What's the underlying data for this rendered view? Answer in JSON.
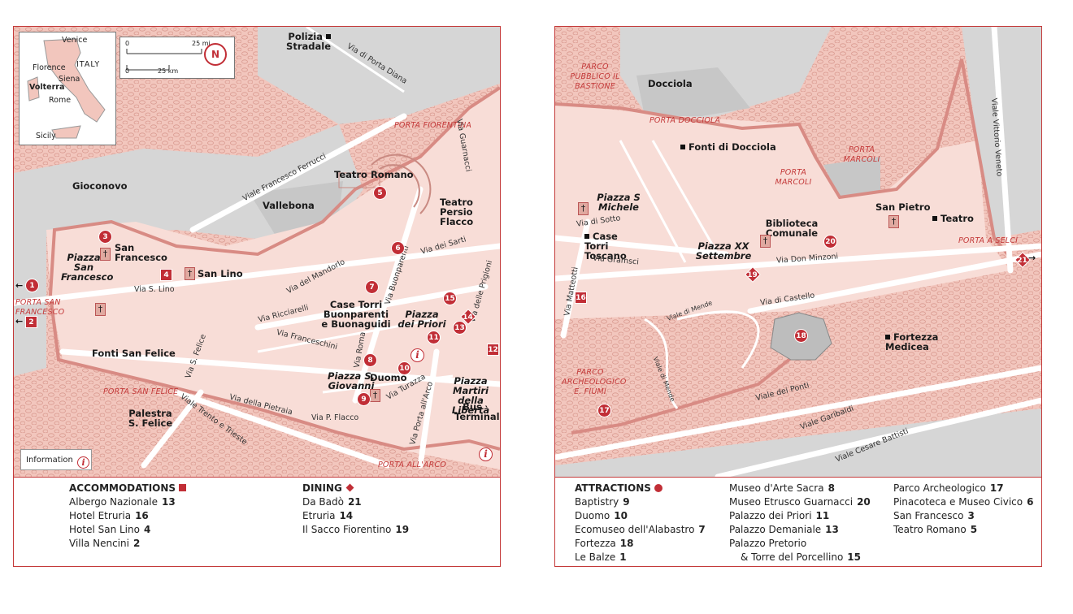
{
  "left_map": {
    "inset": {
      "country": "ITALY",
      "cities": [
        "Venice",
        "Florence",
        "Siena",
        "Volterra",
        "Rome",
        "Sicily"
      ]
    },
    "scale": {
      "mi": "25 mi",
      "km": "25 km",
      "zero": "0"
    },
    "compass": "N",
    "gates": [
      "PORTA FIORENTINA",
      "PORTA SAN FRANCESCO",
      "PORTA SAN FELICE",
      "PORTA ALL'ARCO"
    ],
    "places": {
      "polizia": "Polizia Stradale",
      "gioconovo": "Gioconovo",
      "vallebona": "Vallebona",
      "teatro_romano": "Teatro Romano",
      "teatro_persio": "Teatro Persio Flacco",
      "piazza_san_francesco": "Piazza San Francesco",
      "san_francesco": "San Francesco",
      "san_lino": "San Lino",
      "case_torri": "Case Torri Buonparenti e Buonaguidi",
      "piazza_priori": "Piazza dei Priori",
      "fonti_san_felice": "Fonti San Felice",
      "duomo": "Duomo",
      "piazza_s_giovanni": "Piazza S. Giovanni",
      "piazza_martiri": "Piazza Martiri della Libertà",
      "bus_terminal": "Bus Terminal",
      "palestra": "Palestra S. Felice"
    },
    "streets": [
      "Via di Porta Diana",
      "Viale Francesco Ferrucci",
      "Via Guarnacci",
      "Via dei Sarti",
      "Via Buonparenti",
      "Via del Mandorlo",
      "Via S. Lino",
      "Via Ricciarelli",
      "Via Franceschini",
      "Via Roma",
      "Via delle Prigioni",
      "Via S. Felice",
      "Via della Pietraia",
      "Viale Trento e Trieste",
      "Via P. Flacco",
      "Via Turazza",
      "Via Porta all'Arco"
    ],
    "information_label": "Information",
    "info_symbol": "i",
    "markers": {
      "m1": "1",
      "m2": "2",
      "m3": "3",
      "m4": "4",
      "m5": "5",
      "m6": "6",
      "m7": "7",
      "m8": "8",
      "m9": "9",
      "m10": "10",
      "m11": "11",
      "m12": "12",
      "m13": "13",
      "m14": "14",
      "m15": "15"
    }
  },
  "right_map": {
    "gates": [
      "PORTA DOCCIOLA",
      "PORTA MARCOLI",
      "PORTA MARCOLI",
      "PORTA A SELCI"
    ],
    "parks": {
      "pubblico": "PARCO PUBBLICO IL BASTIONE",
      "archeologico": "PARCO ARCHEOLOGICO E. FIUMI"
    },
    "places": {
      "docciola": "Docciola",
      "fonti_docciola": "Fonti di Docciola",
      "piazza_s_michele": "Piazza S Michele",
      "case_torri_toscano": "Case Torri Toscano",
      "piazza_xx": "Piazza XX Settembre",
      "biblioteca": "Biblioteca Comunale",
      "san_pietro": "San Pietro",
      "teatro": "Teatro",
      "fortezza": "Fortezza Medicea"
    },
    "streets": [
      "Viale Vittorio Veneto",
      "Via di Sotto",
      "Via Gramsci",
      "Via Don Minzoni",
      "Via Matteotti",
      "Via di Castello",
      "Viale di Mende",
      "Viale di Mende",
      "Viale dei Ponti",
      "Viale Garibaldi",
      "Viale Cesare Battisti"
    ],
    "markers": {
      "m16": "16",
      "m17": "17",
      "m18": "18",
      "m19": "19",
      "m20": "20",
      "m21": "21"
    }
  },
  "legend": {
    "accommodations": {
      "title": "ACCOMMODATIONS",
      "items": [
        {
          "name": "Albergo Nazionale",
          "num": "13"
        },
        {
          "name": "Hotel Etruria",
          "num": "16"
        },
        {
          "name": "Hotel San Lino",
          "num": "4"
        },
        {
          "name": "Villa Nencini",
          "num": "2"
        }
      ]
    },
    "dining": {
      "title": "DINING",
      "items": [
        {
          "name": "Da Badò",
          "num": "21"
        },
        {
          "name": "Etruria",
          "num": "14"
        },
        {
          "name": "Il Sacco Fiorentino",
          "num": "19"
        }
      ]
    },
    "attractions": {
      "title": "ATTRACTIONS",
      "col1": [
        {
          "name": "Baptistry",
          "num": "9"
        },
        {
          "name": "Duomo",
          "num": "10"
        },
        {
          "name": "Ecomuseo dell'Alabastro",
          "num": "7"
        },
        {
          "name": "Fortezza",
          "num": "18"
        },
        {
          "name": "Le Balze",
          "num": "1"
        }
      ],
      "col2": [
        {
          "name": "Museo d'Arte Sacra",
          "num": "8"
        },
        {
          "name": "Museo Etrusco Guarnacci",
          "num": "20"
        },
        {
          "name": "Palazzo dei Priori",
          "num": "11"
        },
        {
          "name": "Palazzo Demaniale",
          "num": "13"
        },
        {
          "name": "Palazzo Pretorio",
          "num": ""
        },
        {
          "name": "& Torre del Porcellino",
          "num": "15"
        }
      ],
      "col3": [
        {
          "name": "Parco Archeologico",
          "num": "17"
        },
        {
          "name": "Pinacoteca e Museo Civico",
          "num": "6"
        },
        {
          "name": "San Francesco",
          "num": "3"
        },
        {
          "name": "Teatro Romano",
          "num": "5"
        }
      ]
    }
  },
  "colors": {
    "accent": "#c12e36",
    "land": "#f7dcd6",
    "terrain": "#f0c4bb",
    "road": "#ffffff",
    "grey": "#d4d4d4",
    "wall": "#d58a84"
  }
}
